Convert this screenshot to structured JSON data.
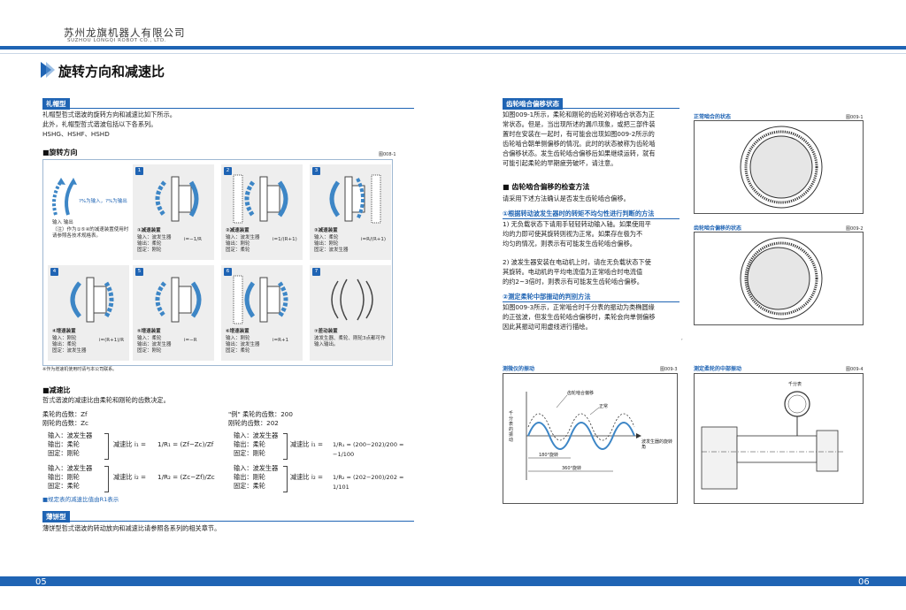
{
  "header": {
    "company_cn": "苏州龙旗机器人有限公司",
    "company_en": "SUZHOU LONGQI ROBOT CO., LTD."
  },
  "left": {
    "title": "旋转方向和减速比",
    "hat_tag": "礼帽型",
    "hat_lines": [
      "礼帽型哲弍谐波的旋转方向和减速比如下所示。",
      "此外，礼帽型哲弍谐波包括以下各系列。",
      "HSHG、HSHF、HSHD"
    ],
    "rot_title": "■旋转方向",
    "rot_fig": "图008-1",
    "legend_note": "?%为输入，?%为输出",
    "io_label": "输入  输出",
    "note_text": "（注）作为①⑤④的减速装置使用时请参照各技术规格表。",
    "cells": [
      {
        "n": "1",
        "name": "①减速装置",
        "lines": [
          "输入：波发生器",
          "输出：柔轮",
          "固定：刚轮"
        ],
        "formula": "i=−1/R"
      },
      {
        "n": "2",
        "name": "②减速装置",
        "lines": [
          "输入：波发生器",
          "输出：刚轮",
          "固定：柔轮"
        ],
        "formula": "i=1/(R+1)"
      },
      {
        "n": "3",
        "name": "③减速装置",
        "lines": [
          "输入：柔轮",
          "输出：刚轮",
          "固定：波发生器"
        ],
        "formula": "i=R/(R+1)"
      },
      {
        "n": "4",
        "name": "④增速装置",
        "lines": [
          "输入：刚轮",
          "输出：柔轮",
          "固定：波发生器"
        ],
        "formula": "i=(R+1)/R"
      },
      {
        "n": "5",
        "name": "⑤增速装置",
        "lines": [
          "输入：柔轮",
          "输出：波发生器",
          "固定：刚轮"
        ],
        "formula": "i=−R"
      },
      {
        "n": "6",
        "name": "⑥增速装置",
        "lines": [
          "输入：刚轮",
          "输出：波发生器",
          "固定：柔轮"
        ],
        "formula": "i=R+1"
      },
      {
        "n": "7",
        "name": "⑦差动装置",
        "lines": [
          "波发生器、柔轮、刚轮3点都可作输入输出。"
        ],
        "formula": ""
      }
    ],
    "footnote": "※作为增速机使用时请与本公司联系。",
    "ratio_title": "■减速比",
    "ratio_line": "哲弍谐波的减速比由柔轮和刚轮的齿数决定。",
    "zf_label": "柔轮的齿数：Zf",
    "zc_label": "刚轮的齿数：Zc",
    "example_title": "\"例\" 柔轮的齿数：200",
    "example_zc": "刚轮的齿数：202",
    "formula_a": {
      "in": "输入：波发生器",
      "out": "输出：柔轮",
      "fix": "固定：刚轮",
      "label": "减速比 i₁ =",
      "expr": "1/R₁ = (Zf−Zc)/Zf",
      "ex": "1/R₁ = (200−202)/200 = −1/100"
    },
    "formula_b": {
      "in": "输入：波发生器",
      "out": "输出：刚轮",
      "fix": "固定：柔轮",
      "label": "减速比 i₂ =",
      "expr": "1/R₂ = (Zc−Zf)/Zc",
      "ex": "1/R₂ = (202−200)/202 = 1/101"
    },
    "fixed_note": "■规定表的减速比值由R1表示",
    "flat_tag": "薄饼型",
    "flat_line": "薄饼型哲弍谐波的转动放向和减速比请参照各系列的相关章节。"
  },
  "right": {
    "tag": "齿轮啮合偏移状态",
    "para": [
      "如图009-1所示，柔轮和刚轮的齿轮对称啮合状态为正",
      "常状态。但是，当出现所述的漏爪现象，或把三部件装",
      "置时在安装在一起时，有可能会出现如图009-2所示的",
      "齿轮啮合朝单侧偏移的情况。此时的状态被称为齿轮啮",
      "合偏移状态。发生齿轮啮合偏移后如果继续运转，就有",
      "可能引起柔轮的早期疲劳破坏，请注意。"
    ],
    "check_title": "■ 齿轮啮合偏移的检查方法",
    "check_intro": "请采用下述方法确认是否发生齿轮啮合偏移。",
    "m1_title": "①根据转动波发生器时的转矩不均匀性进行判断的方法",
    "m1_lines": [
      "1) 无负载状态下请用手轻轻转动输入轴。如果使用平",
      "   均的力即可使其旋转则视为正常。如果存在极为不",
      "   均匀的情况，则表示有可能发生齿轮啮合偏移。",
      "2) 波发生器安装在电动机上时，请在无负载状态下使",
      "   其旋转。电动机的平均电流值为正常啮合时电流值",
      "   的约2~3倍时，则表示有可能发生齿轮啮合偏移。"
    ],
    "m2_title": "②测定柔轮中部振动的判别方法",
    "m2_lines": [
      "如图009-3所示，正常啮合时千分表的振动为类椭圆缘",
      "的正弦波，但发生齿轮啮合偏移时，柔轮会向单侧偏移",
      "因此其振动可用虚线进行描绘。"
    ],
    "fig1_title": "正常啮合的状态",
    "fig1_no": "图009-1",
    "fig2_title": "齿轮啮合偏移的状态",
    "fig2_no": "图009-2",
    "fig3_title": "测微仪的振动",
    "fig3_no": "图009-3",
    "fig4_title": "测定柔轮的中部振动",
    "fig4_no": "图009-4",
    "fig3_labels": {
      "y": "千分表的振动",
      "shift": "齿轮啮合偏移",
      "normal": "正常",
      "x": "波发生器的旋转角",
      "half": "180°旋转",
      "full": "360°旋转"
    },
    "fig4_label": "千分表"
  },
  "pages": {
    "left": "05",
    "right": "06"
  },
  "colors": {
    "accent": "#1f64b4",
    "arrow_blue": "#3d86c6"
  }
}
